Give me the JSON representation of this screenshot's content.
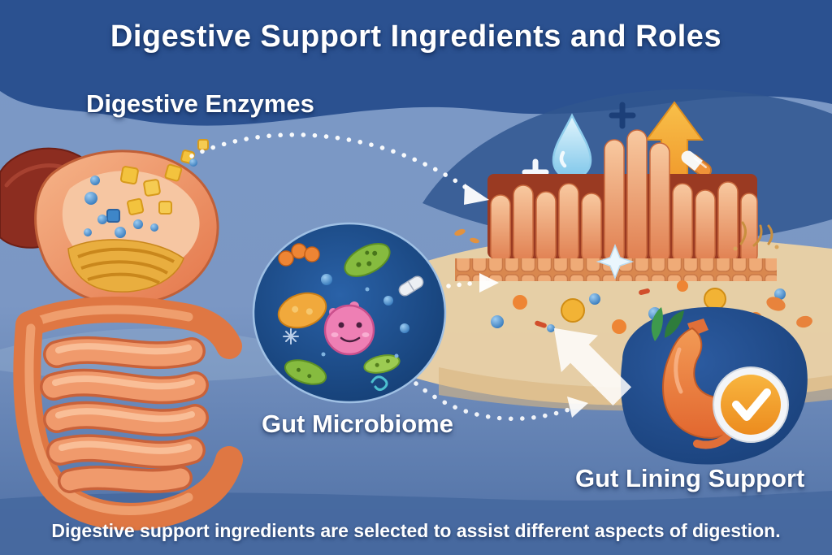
{
  "title": "Digestive Support Ingredients and Roles",
  "labels": {
    "enzymes": "Digestive Enzymes",
    "microbiome": "Gut Microbiome",
    "lining": "Gut Lining Support"
  },
  "caption": "Digestive support ingredients are selected to assist different aspects of digestion.",
  "icons": [
    "water-droplet-icon",
    "plus-icon",
    "plus-icon",
    "up-arrow-icon",
    "capsule-icon",
    "sparkle-icon",
    "stomach-icon",
    "leaf-icon",
    "checkmark-icon",
    "dotted-connector-arrow"
  ],
  "colors": {
    "sky_blue_dark": "#2c5190",
    "sky_blue_mid": "#6e8fc0",
    "band_tan": "#ecd2a4",
    "villi_coral": "#ef9a6a",
    "villi_shadow_red": "#9a3a22",
    "microbiome_navy": "#16407e",
    "badge_navy": "#1f4a88",
    "accent_orange": "#f29d3a",
    "droplet_blue": "#b5e2f6",
    "text_white": "#ffffff"
  }
}
